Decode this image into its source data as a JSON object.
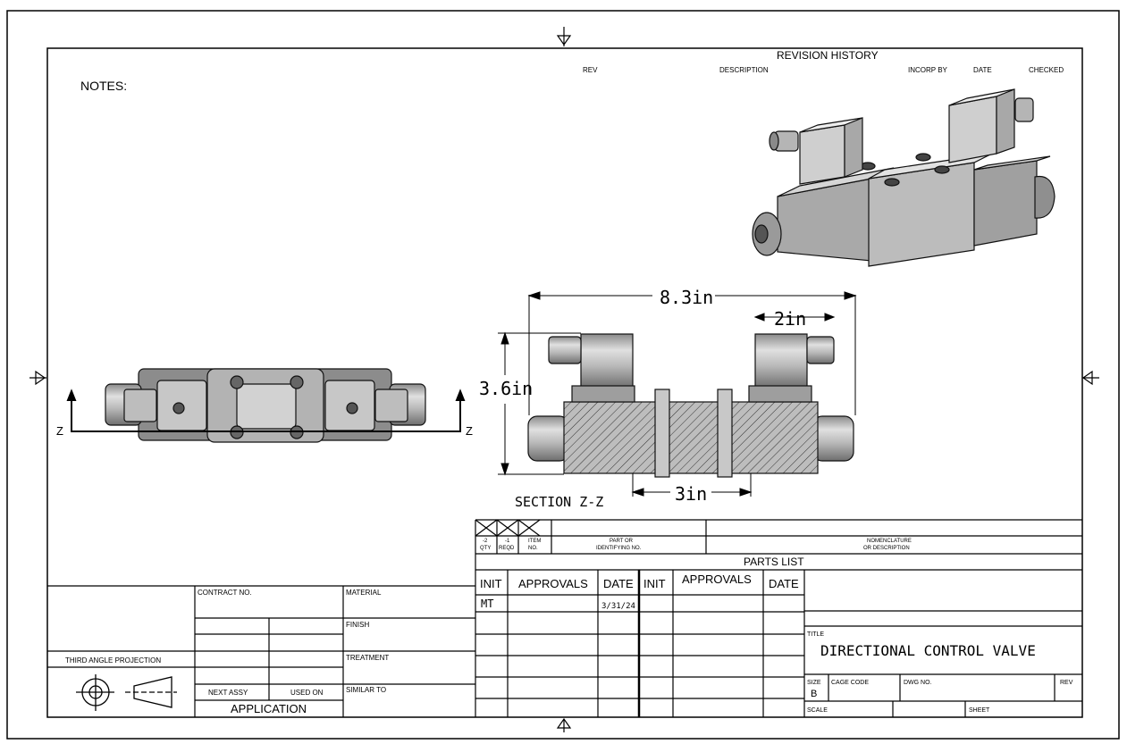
{
  "notes": {
    "label": "NOTES:"
  },
  "revision_history": {
    "title": "REVISION HISTORY",
    "columns": [
      "REV",
      "DESCRIPTION",
      "INCORP BY",
      "DATE",
      "CHECKED"
    ]
  },
  "dimensions": {
    "overall_length": "8.3in",
    "solenoid_width": "2in",
    "height": "3.6in",
    "center_spacing": "3in"
  },
  "section": {
    "cut_label_left": "Z",
    "cut_label_right": "Z",
    "title": "SECTION Z-Z"
  },
  "parts_list": {
    "qty_minus2": "-2",
    "qty_minus1": "-1",
    "item": "ITEM",
    "no": "NO.",
    "qty": "QTY",
    "reqd": "REQD",
    "part_or": "PART OR",
    "identifying_no": "IDENTIFYING NO.",
    "nomenclature": "NOMENCLATURE",
    "or_description": "OR DESCRIPTION",
    "title": "PARTS LIST"
  },
  "approvals": {
    "init": "INIT",
    "approvals": "APPROVALS",
    "date": "DATE",
    "init2": "INIT",
    "approvals2": "APPROVALS",
    "date2": "DATE",
    "row1_init": "MT",
    "row1_date": "3/31/24"
  },
  "left_block": {
    "contract_no": "CONTRACT NO.",
    "material": "MATERIAL",
    "finish": "FINISH",
    "treatment": "TREATMENT",
    "similar_to": "SIMILAR TO",
    "third_angle": "THIRD ANGLE PROJECTION",
    "next_assy": "NEXT ASSY",
    "used_on": "USED ON",
    "application": "APPLICATION"
  },
  "title_block": {
    "title_label": "TITLE",
    "title": "DIRECTIONAL CONTROL VALVE",
    "size_label": "SIZE",
    "size": "B",
    "cage_code": "CAGE CODE",
    "dwg_no": "DWG NO.",
    "rev": "REV",
    "scale": "SCALE",
    "sheet": "SHEET"
  }
}
